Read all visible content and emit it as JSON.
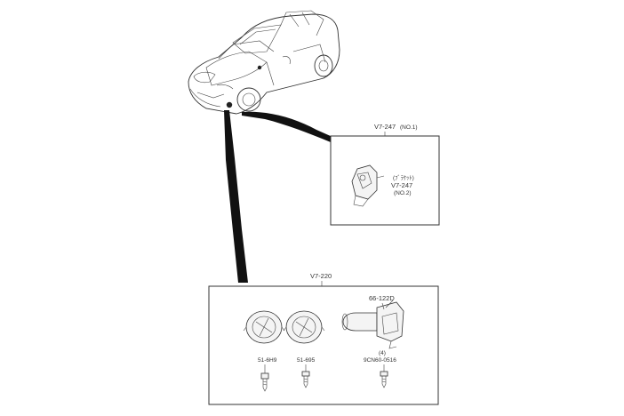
{
  "car": {
    "icon": "roadster-car-icon"
  },
  "top_box": {
    "header_code": "V7-247",
    "header_note": "(NO.1)",
    "callout_ref": "(ﾌﾞﾗｹｯﾄ)",
    "callout_code": "V7-247",
    "callout_note": "(NO.2)"
  },
  "bottom_box": {
    "header_code": "V7-220",
    "parts": [
      {
        "code": "66-122D",
        "icon": "combination-switch-icon"
      },
      {
        "code": "51-6H9",
        "icon": "fog-lamp-icon"
      },
      {
        "code": "51-695",
        "icon": "fog-lamp-icon"
      },
      {
        "code": "9CN60-0516",
        "qty": "(4)",
        "icon": "screw-icon"
      }
    ]
  }
}
